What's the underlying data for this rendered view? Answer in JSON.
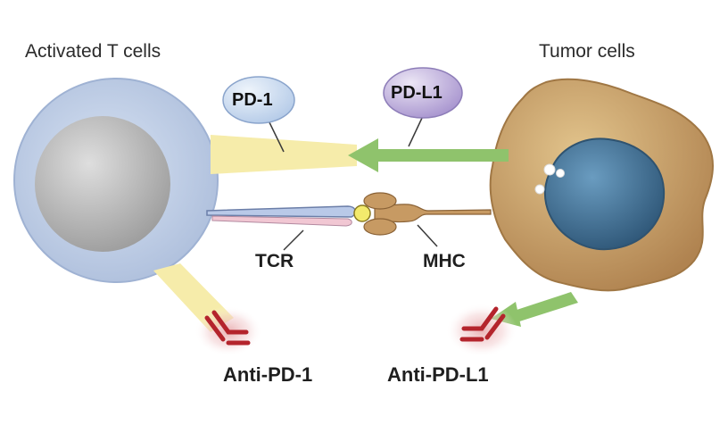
{
  "labels": {
    "t_cell_title": "Activated T cells",
    "tumor_title": "Tumor cells",
    "pd1": "PD-1",
    "pdl1": "PD-L1",
    "tcr": "TCR",
    "mhc": "MHC",
    "anti_pd1": "Anti-PD-1",
    "anti_pdl1": "Anti-PD-L1"
  },
  "colors": {
    "t_cell": "#c3d3ea",
    "t_cell_nucleus": "#b3b3b3",
    "tumor_cell": "#c9a36a",
    "tumor_nucleus": "#3f6f92",
    "pd1_bubble": "#c9dcf2",
    "pdl1_bubble": "#c2b3dc",
    "pd1_band": "#f6ecaa",
    "pdl1_arrow": "#8fc36c",
    "antibody": "#b4242c",
    "tcr": "#b9c9e8",
    "mhc": "#c79a63"
  }
}
